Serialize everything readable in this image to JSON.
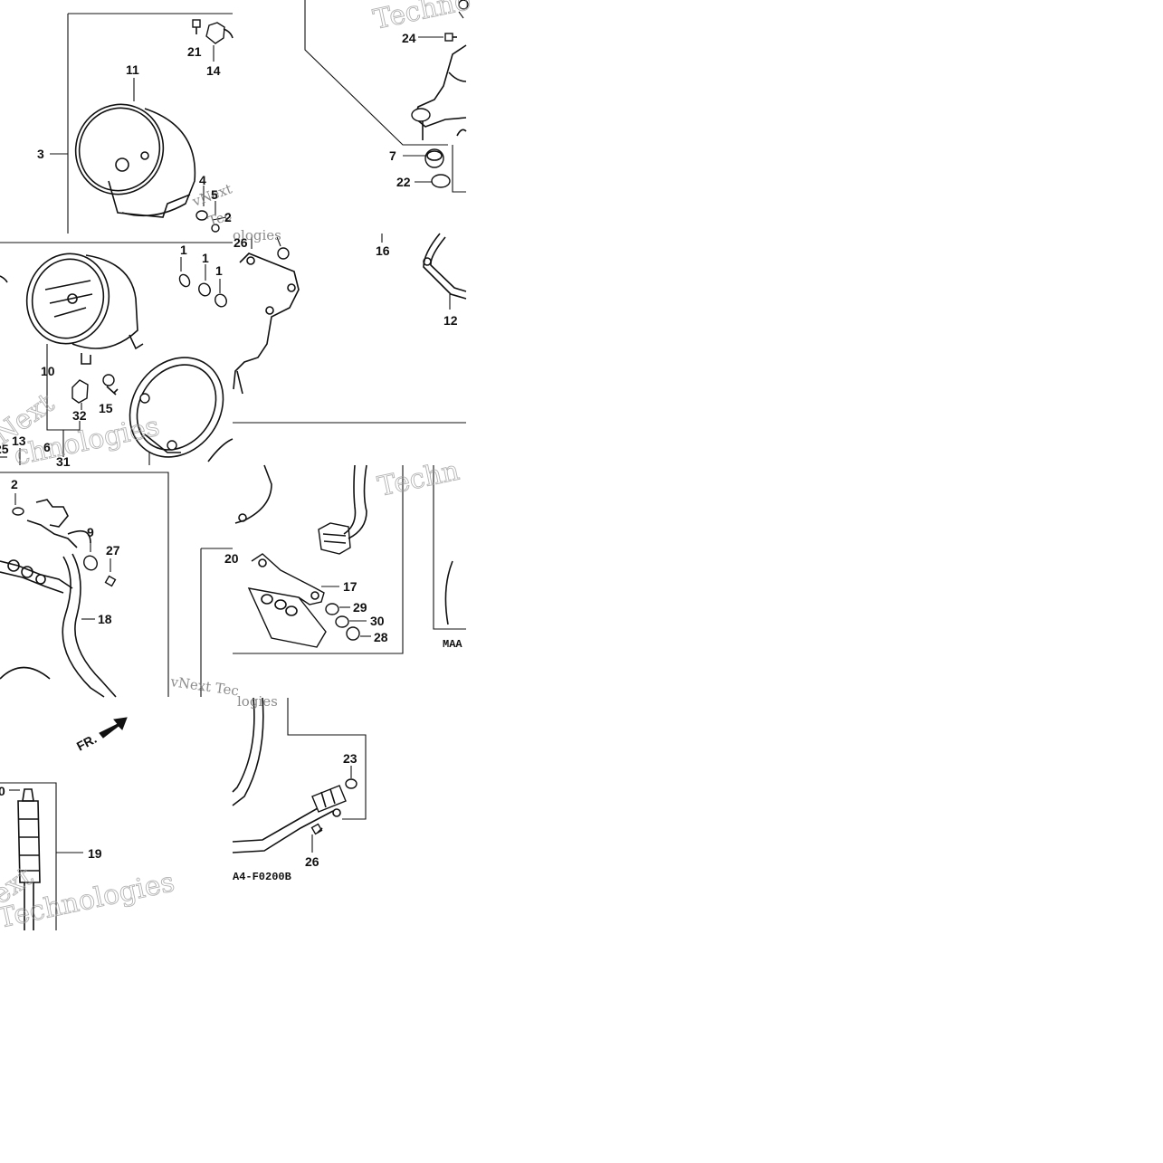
{
  "diagram": {
    "callouts": [
      "1",
      "1",
      "1",
      "1",
      "2",
      "2",
      "3",
      "4",
      "5",
      "6",
      "7",
      "9",
      "10",
      "11",
      "12",
      "13",
      "14",
      "15",
      "16",
      "17",
      "18",
      "19",
      "20",
      "21",
      "22",
      "23",
      "24",
      "25",
      "26",
      "26",
      "27",
      "28",
      "29",
      "30",
      "31",
      "32",
      "0"
    ],
    "front_arrow_label": "FR.",
    "figure_codes": [
      "MAA",
      "A4-F0200B"
    ],
    "watermark_texts": [
      "Techno",
      "vNext",
      "Tec",
      "ologies",
      "Next",
      "chnologies",
      "Techn",
      "vNext Tec",
      "logies",
      "Technologies",
      "ext"
    ]
  },
  "colors": {
    "line": "#111111",
    "background": "#ffffff",
    "watermark": "#9a9a9a"
  }
}
